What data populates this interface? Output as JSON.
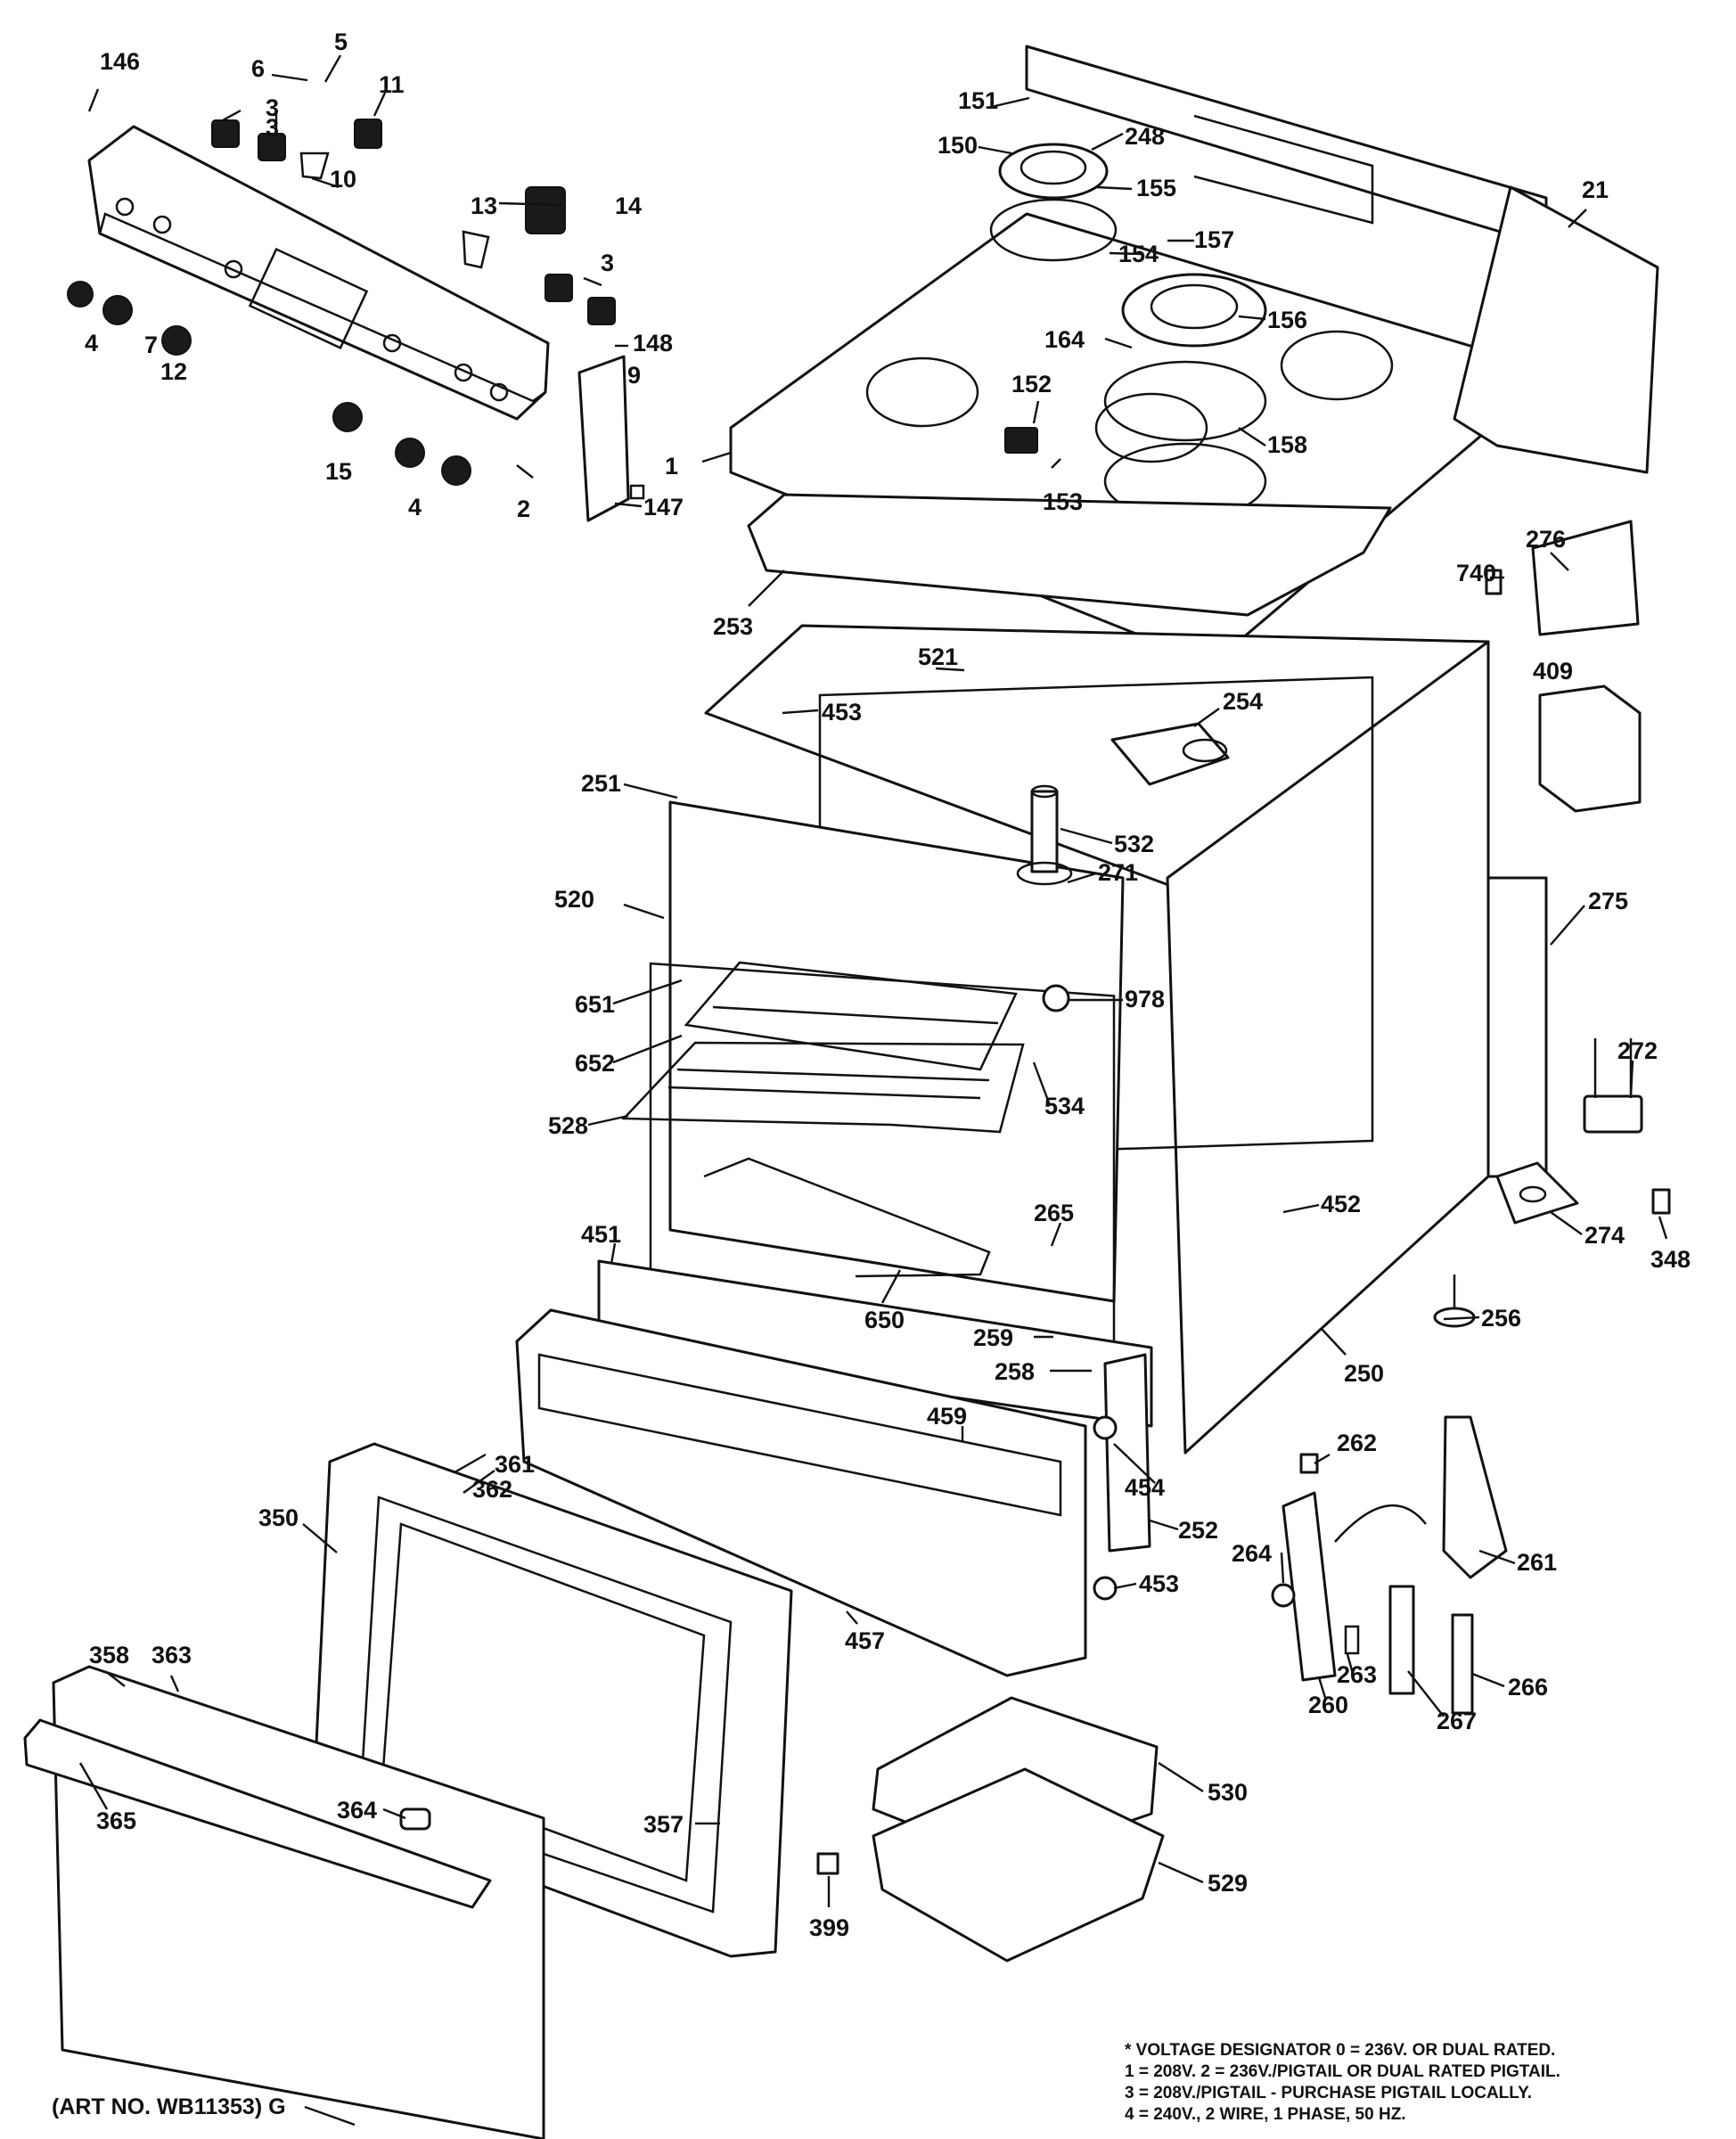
{
  "diagram": {
    "callouts": [
      {
        "id": "c146",
        "label": "146"
      },
      {
        "id": "c5",
        "label": "5"
      },
      {
        "id": "c6",
        "label": "6"
      },
      {
        "id": "c3a",
        "label": "3"
      },
      {
        "id": "c3b",
        "label": "3"
      },
      {
        "id": "c11",
        "label": "11"
      },
      {
        "id": "c10",
        "label": "10"
      },
      {
        "id": "c13",
        "label": "13"
      },
      {
        "id": "c14",
        "label": "14"
      },
      {
        "id": "c3c",
        "label": "3"
      },
      {
        "id": "c4a",
        "label": "4"
      },
      {
        "id": "c7",
        "label": "7"
      },
      {
        "id": "c12",
        "label": "12"
      },
      {
        "id": "c148",
        "label": "148"
      },
      {
        "id": "c9",
        "label": "9"
      },
      {
        "id": "c15",
        "label": "15"
      },
      {
        "id": "c4b",
        "label": "4"
      },
      {
        "id": "c2",
        "label": "2"
      },
      {
        "id": "c147",
        "label": "147"
      },
      {
        "id": "c151",
        "label": "151"
      },
      {
        "id": "c248",
        "label": "248"
      },
      {
        "id": "c150",
        "label": "150"
      },
      {
        "id": "c155",
        "label": "155"
      },
      {
        "id": "c154",
        "label": "154"
      },
      {
        "id": "c157",
        "label": "157"
      },
      {
        "id": "c156",
        "label": "156"
      },
      {
        "id": "c164",
        "label": "164"
      },
      {
        "id": "c152",
        "label": "152"
      },
      {
        "id": "c158",
        "label": "158"
      },
      {
        "id": "c153",
        "label": "153"
      },
      {
        "id": "c21",
        "label": "21"
      },
      {
        "id": "c1",
        "label": "1"
      },
      {
        "id": "c253",
        "label": "253"
      },
      {
        "id": "c276",
        "label": "276"
      },
      {
        "id": "c740",
        "label": "740"
      },
      {
        "id": "c409",
        "label": "409"
      },
      {
        "id": "c521",
        "label": "521"
      },
      {
        "id": "c453a",
        "label": "453"
      },
      {
        "id": "c254",
        "label": "254"
      },
      {
        "id": "c251",
        "label": "251"
      },
      {
        "id": "c532",
        "label": "532"
      },
      {
        "id": "c520",
        "label": "520"
      },
      {
        "id": "c271",
        "label": "271"
      },
      {
        "id": "c275",
        "label": "275"
      },
      {
        "id": "c978",
        "label": "978"
      },
      {
        "id": "c651",
        "label": "651"
      },
      {
        "id": "c652",
        "label": "652"
      },
      {
        "id": "c534",
        "label": "534"
      },
      {
        "id": "c272",
        "label": "272"
      },
      {
        "id": "c528",
        "label": "528"
      },
      {
        "id": "c265",
        "label": "265"
      },
      {
        "id": "c452",
        "label": "452"
      },
      {
        "id": "c274",
        "label": "274"
      },
      {
        "id": "c348",
        "label": "348"
      },
      {
        "id": "c451",
        "label": "451"
      },
      {
        "id": "c650",
        "label": "650"
      },
      {
        "id": "c259",
        "label": "259"
      },
      {
        "id": "c256",
        "label": "256"
      },
      {
        "id": "c258",
        "label": "258"
      },
      {
        "id": "c250",
        "label": "250"
      },
      {
        "id": "c459",
        "label": "459"
      },
      {
        "id": "c262",
        "label": "262"
      },
      {
        "id": "c361",
        "label": "361"
      },
      {
        "id": "c362",
        "label": "362"
      },
      {
        "id": "c454",
        "label": "454"
      },
      {
        "id": "c350",
        "label": "350"
      },
      {
        "id": "c252",
        "label": "252"
      },
      {
        "id": "c261",
        "label": "261"
      },
      {
        "id": "c264",
        "label": "264"
      },
      {
        "id": "c453b",
        "label": "453"
      },
      {
        "id": "c457",
        "label": "457"
      },
      {
        "id": "c263",
        "label": "263"
      },
      {
        "id": "c358",
        "label": "358"
      },
      {
        "id": "c363",
        "label": "363"
      },
      {
        "id": "c260",
        "label": "260"
      },
      {
        "id": "c267",
        "label": "267"
      },
      {
        "id": "c266",
        "label": "266"
      },
      {
        "id": "c530",
        "label": "530"
      },
      {
        "id": "c365",
        "label": "365"
      },
      {
        "id": "c364",
        "label": "364"
      },
      {
        "id": "c357",
        "label": "357"
      },
      {
        "id": "c529",
        "label": "529"
      },
      {
        "id": "c399",
        "label": "399"
      }
    ],
    "voltage_note": [
      "* VOLTAGE DESIGNATOR 0 = 236V. OR DUAL RATED.",
      "1 = 208V.   2 = 236V./PIGTAIL OR DUAL RATED PIGTAIL.",
      "3 = 208V./PIGTAIL - PURCHASE PIGTAIL LOCALLY.",
      "4 = 240V., 2 WIRE, 1 PHASE, 50 HZ."
    ],
    "art_number": "(ART NO. WB11353) G"
  }
}
